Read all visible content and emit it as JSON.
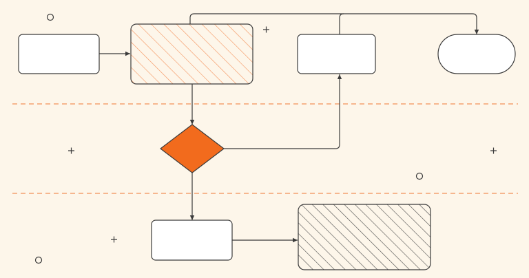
{
  "colors": {
    "background": "#FDF6EA",
    "stroke": "#3B3B3B",
    "box_fill": "#FFFFFF",
    "accent": "#F26B1D",
    "hatch_orange": "#F4915A",
    "hatch_dark": "#4A4A4A",
    "lane_divider": "#F4A070",
    "decoration": "#3B3B3B"
  },
  "diagram": {
    "type": "flowchart",
    "nodes": [
      {
        "id": "start-box",
        "shape": "rounded-rectangle",
        "fill": "white"
      },
      {
        "id": "hatched-process-box",
        "shape": "rounded-rectangle",
        "fill": "orange-diagonal-hatch"
      },
      {
        "id": "upper-right-box",
        "shape": "rounded-rectangle",
        "fill": "white"
      },
      {
        "id": "terminal-pill",
        "shape": "pill",
        "fill": "white"
      },
      {
        "id": "decision-diamond",
        "shape": "diamond",
        "fill": "orange"
      },
      {
        "id": "bottom-box",
        "shape": "rounded-rectangle",
        "fill": "white"
      },
      {
        "id": "bottom-hatched-box",
        "shape": "rounded-rectangle",
        "fill": "dark-diagonal-hatch"
      }
    ],
    "edges": [
      {
        "from": "start-box",
        "to": "hatched-process-box"
      },
      {
        "from": "hatched-process-box",
        "to": "terminal-pill"
      },
      {
        "from": "upper-right-box",
        "to": "terminal-pill"
      },
      {
        "from": "hatched-process-box",
        "to": "decision-diamond"
      },
      {
        "from": "decision-diamond",
        "to": "upper-right-box"
      },
      {
        "from": "decision-diamond",
        "to": "bottom-box"
      },
      {
        "from": "bottom-box",
        "to": "bottom-hatched-box"
      }
    ],
    "lane_dividers": 2,
    "decorations": {
      "plus_marks": 4,
      "circle_marks": 3
    }
  }
}
